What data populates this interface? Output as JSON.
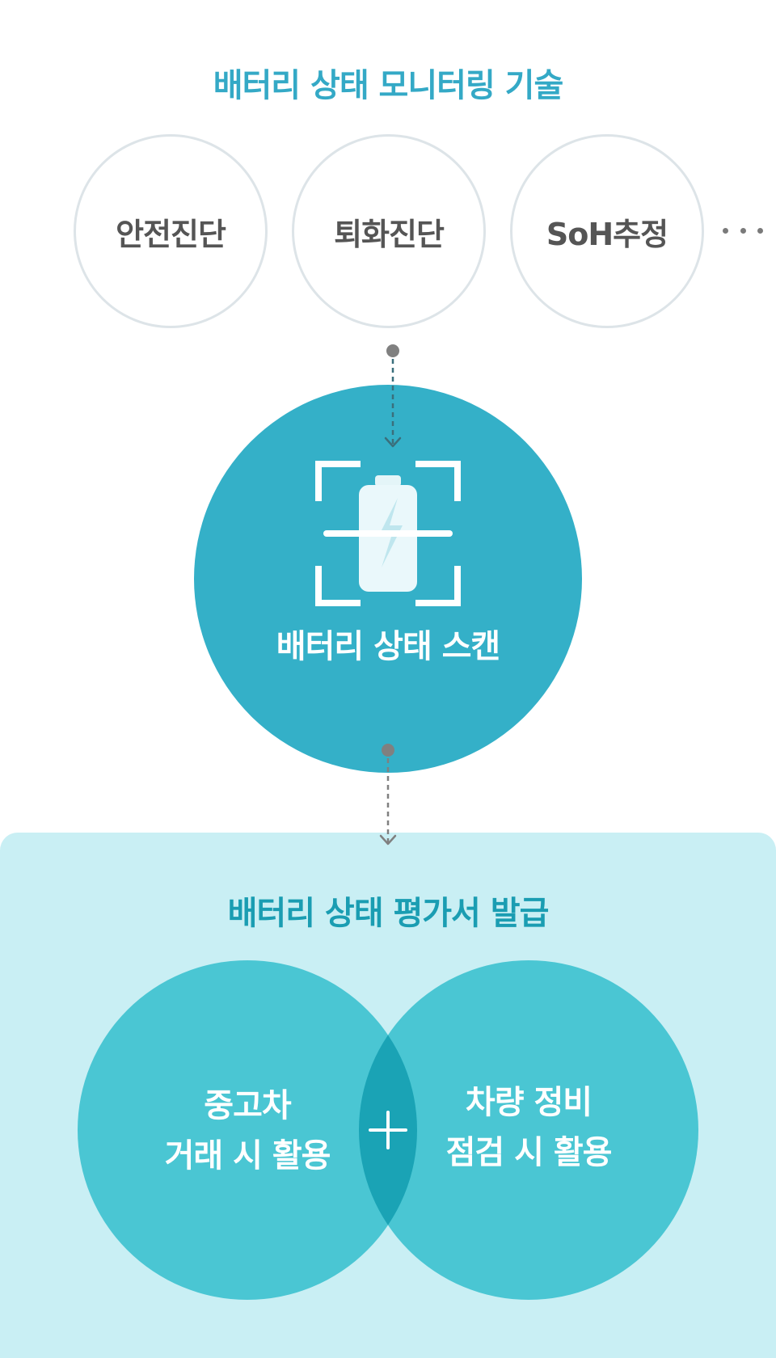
{
  "colors": {
    "title_teal": "#34a9c6",
    "issue_title_teal": "#1a9db2",
    "scan_circle": "#34b0c8",
    "panel_bg": "#c9eff4",
    "venn_circle": "#4ac6d3",
    "venn_overlap": "#1aa3b5",
    "connector": "#808080",
    "tech_label": "#555555"
  },
  "monitoring": {
    "title": "배터리 상태 모니터링 기술",
    "items": [
      {
        "label": "안전진단"
      },
      {
        "label": "퇴화진단"
      },
      {
        "label": "SoH추정"
      }
    ],
    "more_icon": "ellipsis-icon"
  },
  "scan": {
    "label": "배터리 상태 스캔",
    "icon": "battery-scan-icon"
  },
  "issuance": {
    "title": "배터리 상태 평가서 발급",
    "left_circle": {
      "lines": [
        "중고차",
        "거래 시 활용"
      ]
    },
    "right_circle": {
      "lines": [
        "차량 정비",
        "점검 시 활용"
      ]
    },
    "plus_icon": "plus-icon"
  }
}
